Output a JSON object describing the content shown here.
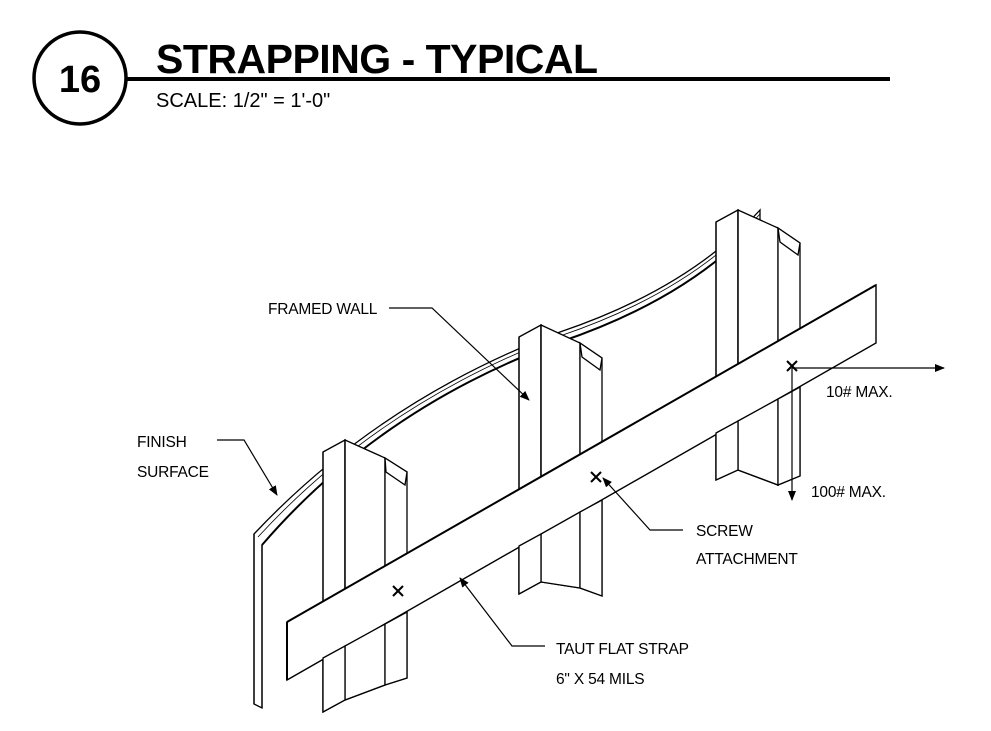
{
  "detail": {
    "number": "16",
    "title": "STRAPPING - TYPICAL",
    "scale": "SCALE:  1/2\" = 1'-0\""
  },
  "labels": {
    "framed_wall": "FRAMED WALL",
    "finish_line1": "FINISH",
    "finish_line2": "SURFACE",
    "max_10": "10# MAX.",
    "max_100": "100# MAX.",
    "screw_line1": "SCREW",
    "screw_line2": "ATTACHMENT",
    "strap_line1": "TAUT FLAT STRAP",
    "strap_line2": "6\" X 54 MILS"
  },
  "colors": {
    "ink": "#000000",
    "paper": "#ffffff"
  }
}
